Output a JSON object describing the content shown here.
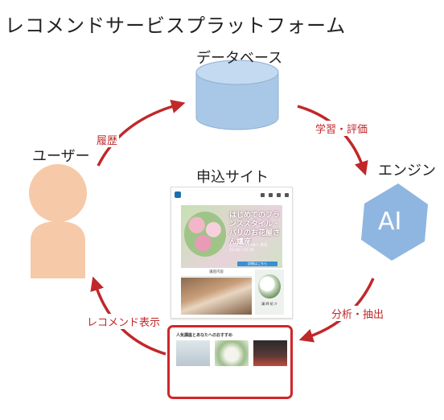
{
  "title": "レコメンドサービスプラットフォーム",
  "nodes": {
    "database": "データベース",
    "user": "ユーザー",
    "engine": "エンジン",
    "engine_badge": "AI",
    "site": "申込サイト"
  },
  "edges": {
    "history": "履歴",
    "learn_eval": "学習・評価",
    "analyze_extract": "分析・抽出",
    "recommend_display": "レコメンド表示"
  },
  "site_mock": {
    "hero_title": "はじめてのフランススタイル・パリのお花屋さん講座",
    "hero_info": "6/20(土) 13:00〜\n単日 13:30〜15:30",
    "hero_button": "詳細はこちら",
    "section_caption": "講座内容",
    "side_caption": "講 師 紹 介",
    "rec_title": "人気講座とあなたへのおすすめ"
  },
  "colors": {
    "arrow": "#c0282a",
    "cylinder": "#a9c8e8",
    "hexagon": "#8fb6e0",
    "person": "#f6c9a9"
  }
}
